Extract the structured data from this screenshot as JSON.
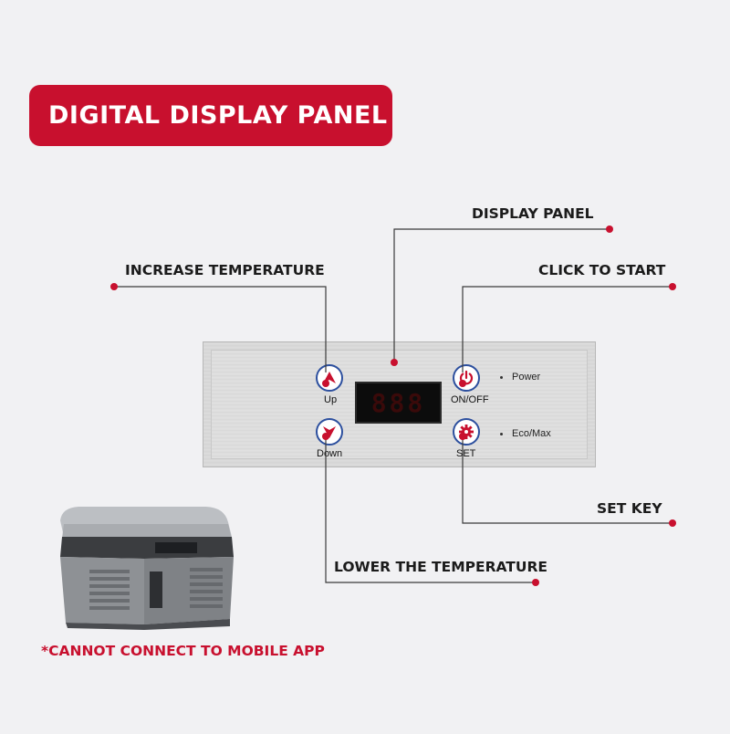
{
  "title": "DIGITAL DISPLAY PANEL",
  "callouts": {
    "display_panel": "DISPLAY PANEL",
    "increase_temperature": "INCREASE TEMPERATURE",
    "click_to_start": "CLICK TO START",
    "set_key": "SET KEY",
    "lower_temperature": "LOWER THE TEMPERATURE"
  },
  "panel": {
    "display_digits": "888",
    "buttons": {
      "up": "Up",
      "down": "Down",
      "on_off": "ON/OFF",
      "set": "SET"
    },
    "indicators": {
      "power": "Power",
      "eco_max": "Eco/Max"
    }
  },
  "note": "*CANNOT CONNECT TO MOBILE APP",
  "colors": {
    "accent_red": "#c8102e",
    "button_ring": "#2c4f9e",
    "background": "#f1f1f3"
  }
}
